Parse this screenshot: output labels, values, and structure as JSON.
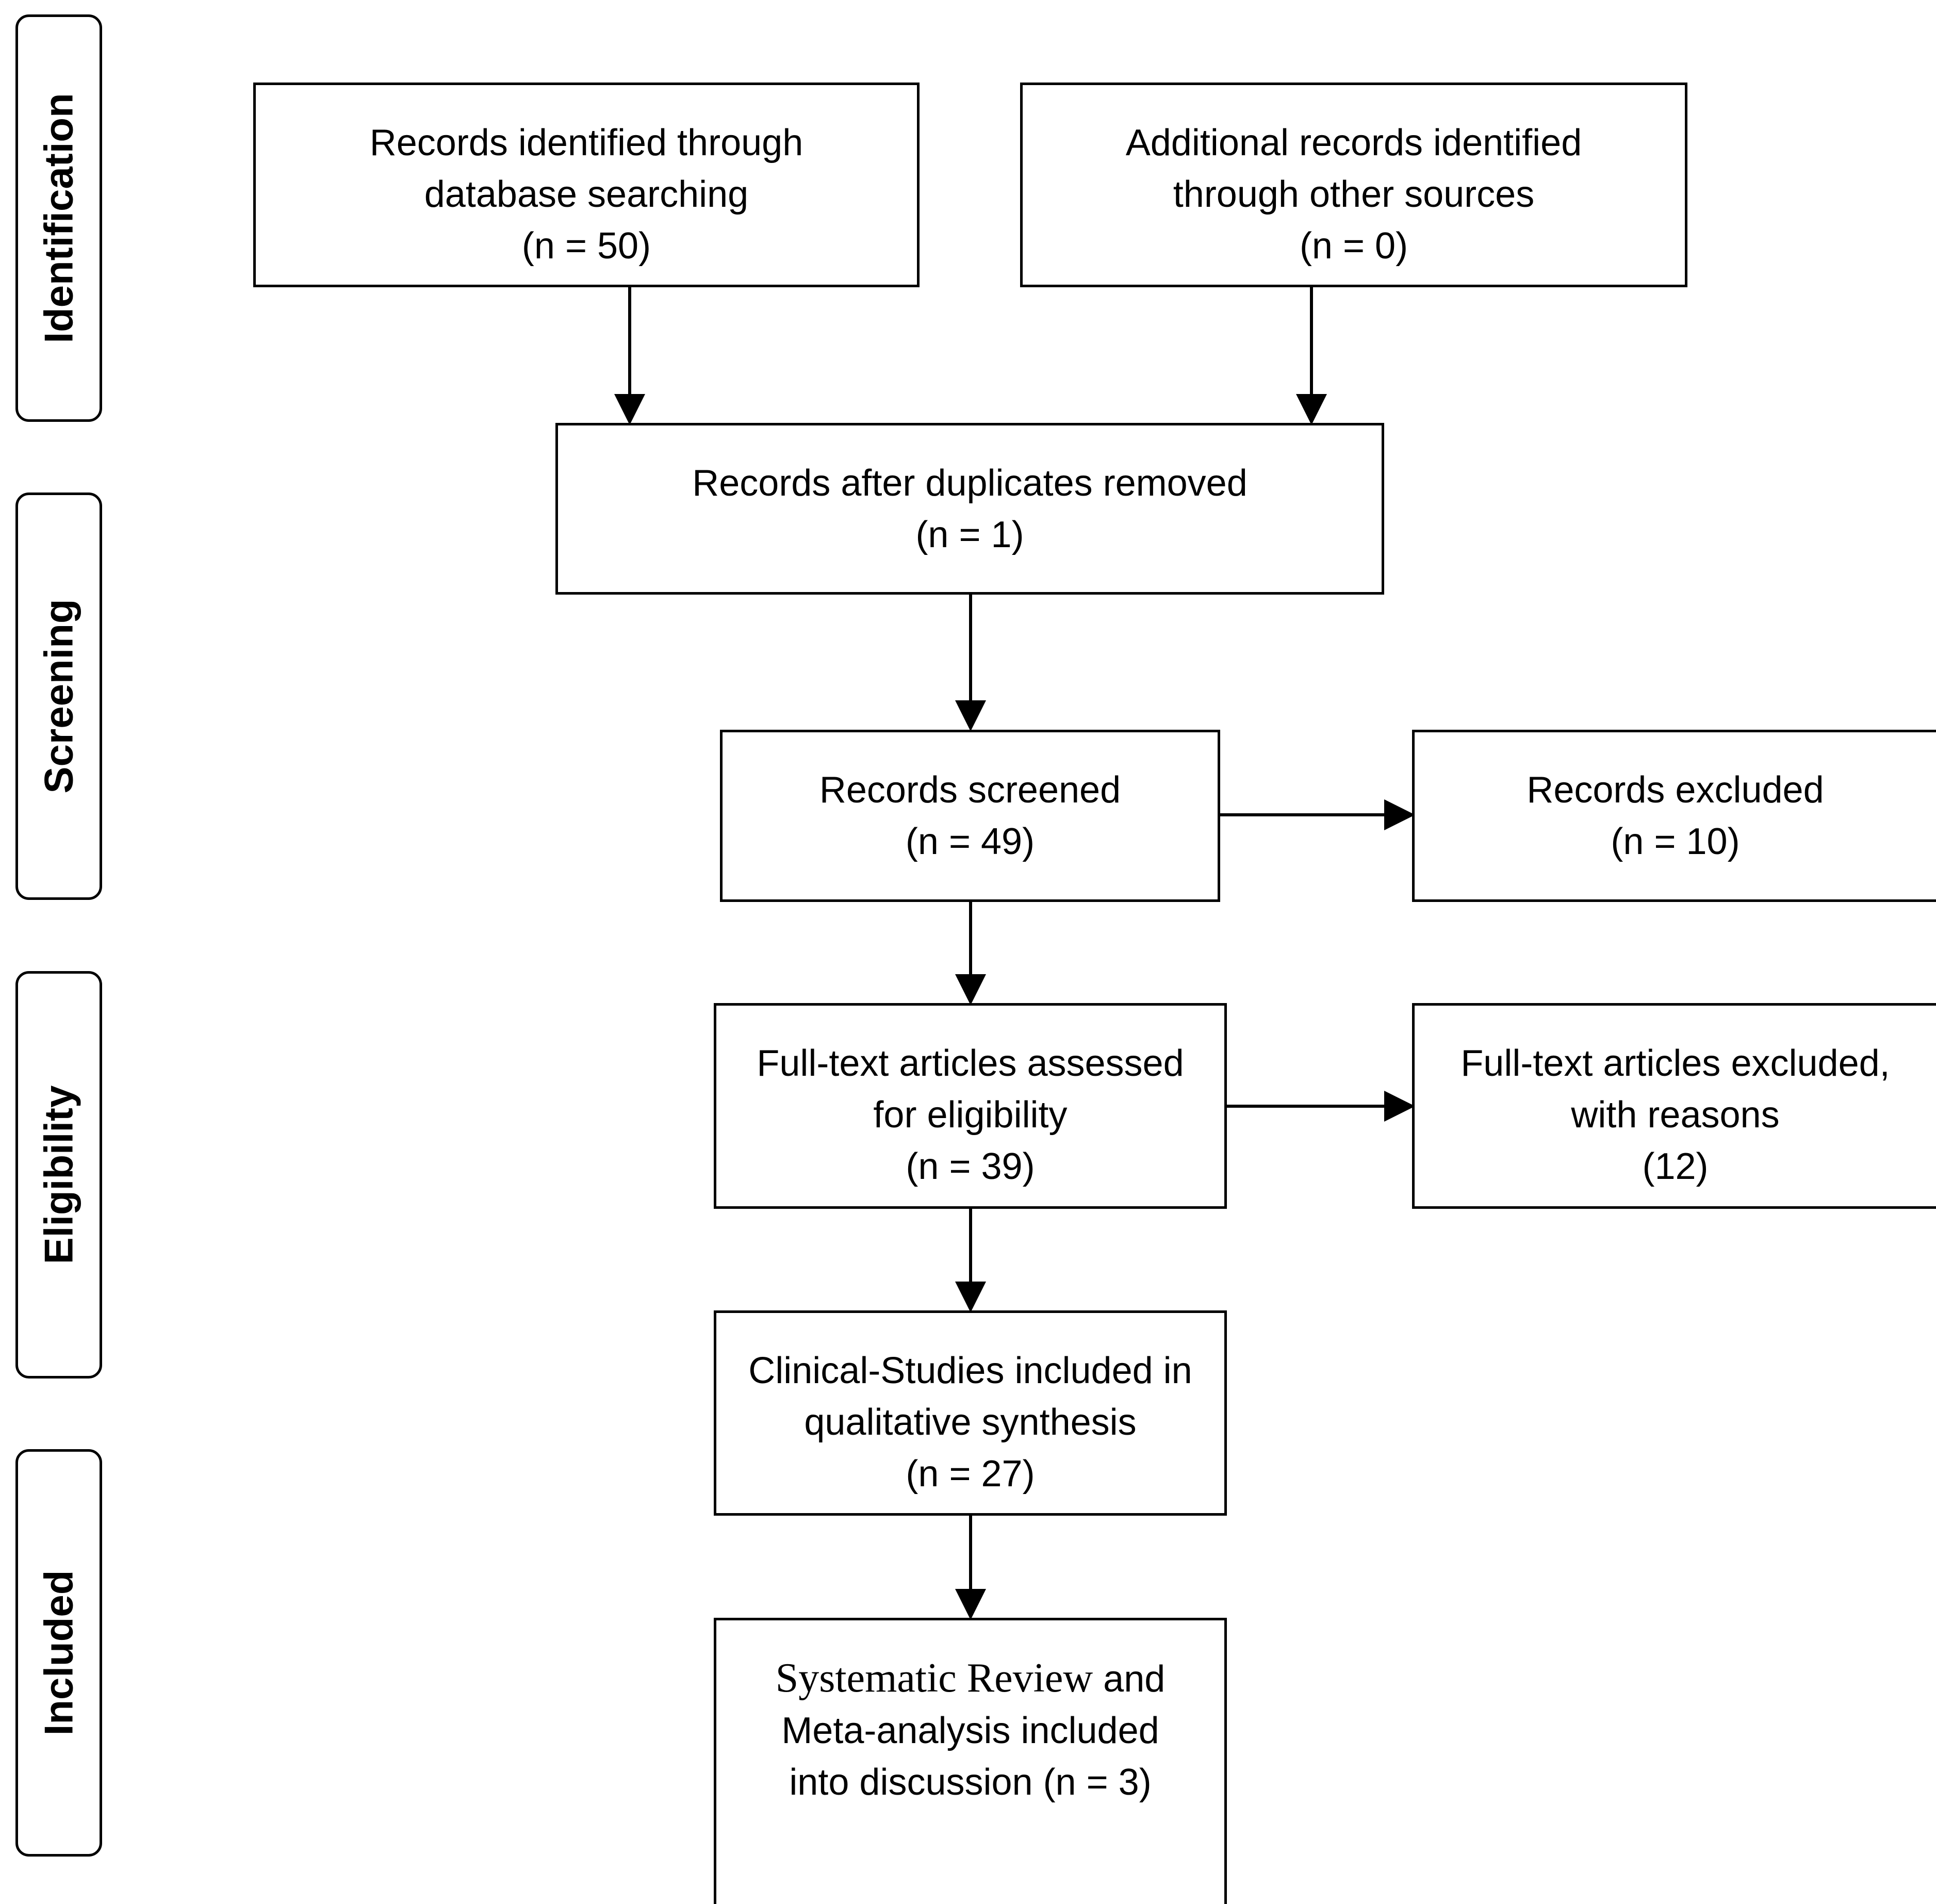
{
  "phases": {
    "identification": "Identification",
    "screening": "Screening",
    "eligibility": "Eligibility",
    "included": "Included"
  },
  "boxes": {
    "database_records": {
      "line1": "Records identified through",
      "line2": "database searching",
      "line3": "(n = 50)"
    },
    "other_sources": {
      "line1": "Additional records identified",
      "line2": "through other sources",
      "line3": "(n = 0)"
    },
    "after_duplicates": {
      "line1": "Records after duplicates removed",
      "line2": "(n = 1)"
    },
    "screened": {
      "line1": "Records screened",
      "line2": "(n = 49)"
    },
    "excluded": {
      "line1": "Records excluded",
      "line2": "(n = 10)"
    },
    "full_text_assessed": {
      "line1": "Full-text articles assessed",
      "line2": "for eligibility",
      "line3": "(n = 39)"
    },
    "full_text_excluded": {
      "line1": "Full-text articles excluded,",
      "line2": "with reasons",
      "line3": "(12)"
    },
    "qualitative_synthesis": {
      "line1": "Clinical-Studies included in",
      "line2": "qualitative synthesis",
      "line3": "(n = 27)"
    },
    "systematic_review": {
      "line1_serif": "Systematic Review",
      "line1_rest": " and",
      "line2": "Meta-analysis included",
      "line3": "into discussion (n = 3)"
    }
  }
}
